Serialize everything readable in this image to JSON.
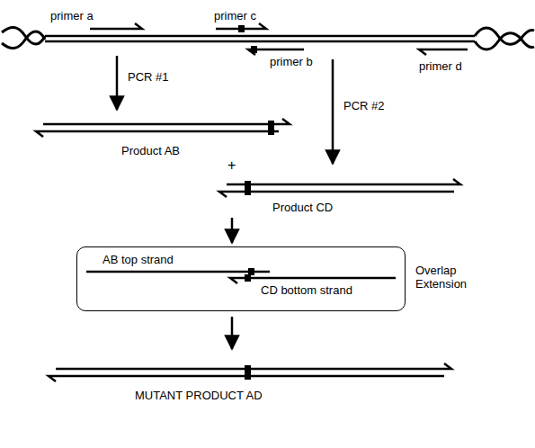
{
  "diagram": {
    "nodes": [
      {
        "text": [
          "AB top strand",
          "CD bottom strand",
          "Overlap Extension"
        ]
      }
    ],
    "labels": [
      "primer a",
      "primer c",
      "primer b",
      "primer d",
      "PCR #1",
      "PCR #2",
      "Product AB",
      "+",
      "Product CD",
      "MUTANT PRODUCT AD"
    ]
  }
}
